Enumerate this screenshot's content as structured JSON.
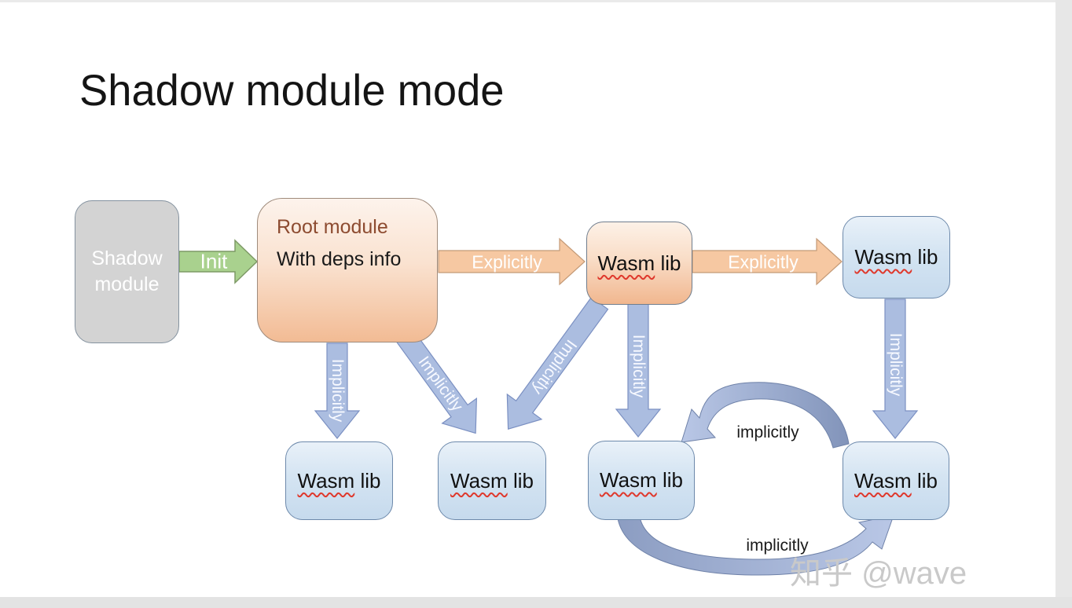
{
  "slide": {
    "title": "Shadow module mode",
    "watermark": "知乎 @wave",
    "background": "#ffffff",
    "frame_color": "#e7e7e7"
  },
  "nodes": {
    "shadow_module": {
      "line1": "Shadow",
      "line2": "module",
      "fill": "#d3d3d3"
    },
    "root_module": {
      "title": "Root module",
      "subtitle": "With deps info",
      "title_color": "#8d4b30",
      "fill_top": "#fdf3ec",
      "fill_bottom": "#f2bb94"
    },
    "wasm_lib": {
      "misspelled_word": "Wasm",
      "rest": " lib",
      "spellcheck_color": "#df382c",
      "blue_fill_top": "#e9f1f9",
      "blue_fill_bottom": "#c6daed"
    }
  },
  "edges": {
    "init": {
      "label": "Init",
      "fill": "#a9d18e"
    },
    "explicitly_1": {
      "label": "Explicitly",
      "fill": "#f6c8a2"
    },
    "explicitly_2": {
      "label": "Explicitly",
      "fill": "#f6c8a2"
    },
    "implicitly_root_to_lib1": {
      "label": "Implicitly",
      "fill": "#abbde0"
    },
    "implicitly_root_to_lib2": {
      "label": "Implicitly",
      "fill": "#abbde0"
    },
    "implicitly_wasm_to_lib2": {
      "label": "Implicitly",
      "fill": "#abbde0"
    },
    "implicitly_wasm_to_lib3": {
      "label": "Implicitly",
      "fill": "#abbde0"
    },
    "implicitly_wasm_to_lib4": {
      "label": "Implicitly",
      "fill": "#abbde0"
    },
    "implicitly_curve_top": {
      "label": "implicitly",
      "fill": "#8c9dc2"
    },
    "implicitly_curve_bottom": {
      "label": "implicitly",
      "fill": "#b9c7e6"
    }
  }
}
